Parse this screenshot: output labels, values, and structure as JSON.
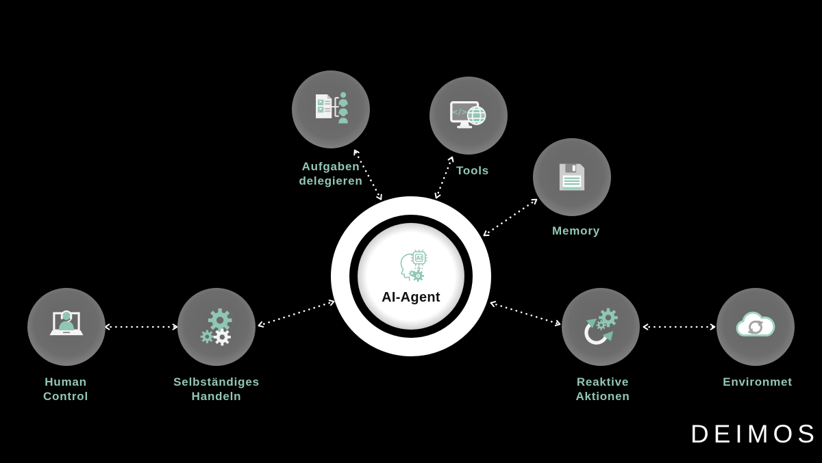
{
  "colors": {
    "background": "#000000",
    "accent_teal": "#90c6b5",
    "label_teal": "#93c6b6",
    "connector_white": "#ffffff",
    "node_gray": "#6b6b6b",
    "center_label_black": "#111111"
  },
  "center_node": {
    "label": "AI-Agent",
    "icon": "ai-head-chip-gear-icon",
    "chip_label": "AI"
  },
  "nodes": [
    {
      "id": "aufgaben-delegieren",
      "icon": "task-delegation-icon",
      "label_lines": [
        "Aufgaben",
        "delegieren"
      ]
    },
    {
      "id": "tools",
      "icon": "code-monitor-globe-icon",
      "label_lines": [
        "Tools"
      ],
      "code_glyph": "</>"
    },
    {
      "id": "memory",
      "icon": "floppy-disk-icon",
      "label_lines": [
        "Memory"
      ]
    },
    {
      "id": "human-control",
      "icon": "laptop-headset-person-icon",
      "label_lines": [
        "Human",
        "Control"
      ]
    },
    {
      "id": "selbstaendiges-handeln",
      "icon": "three-gears-icon",
      "label_lines": [
        "Selbständiges",
        "Handeln"
      ]
    },
    {
      "id": "reaktive-aktionen",
      "icon": "cycle-arrows-gear-icon",
      "label_lines": [
        "Reaktive",
        "Aktionen"
      ]
    },
    {
      "id": "environmet",
      "icon": "cloud-sync-icon",
      "label_lines": [
        "Environmet"
      ]
    }
  ],
  "connections": [
    {
      "from": "human-control",
      "to": "selbstaendiges-handeln",
      "style": "dotted-double-arrow"
    },
    {
      "from": "selbstaendiges-handeln",
      "to": "ai-agent",
      "style": "dotted-double-arrow"
    },
    {
      "from": "aufgaben-delegieren",
      "to": "ai-agent",
      "style": "dotted-double-arrow"
    },
    {
      "from": "tools",
      "to": "ai-agent",
      "style": "dotted-double-arrow"
    },
    {
      "from": "memory",
      "to": "ai-agent",
      "style": "dotted-double-arrow"
    },
    {
      "from": "reaktive-aktionen",
      "to": "ai-agent",
      "style": "dotted-double-arrow"
    },
    {
      "from": "reaktive-aktionen",
      "to": "environmet",
      "style": "dotted-double-arrow"
    }
  ],
  "brand": {
    "logo_text": "DEIMOS"
  }
}
